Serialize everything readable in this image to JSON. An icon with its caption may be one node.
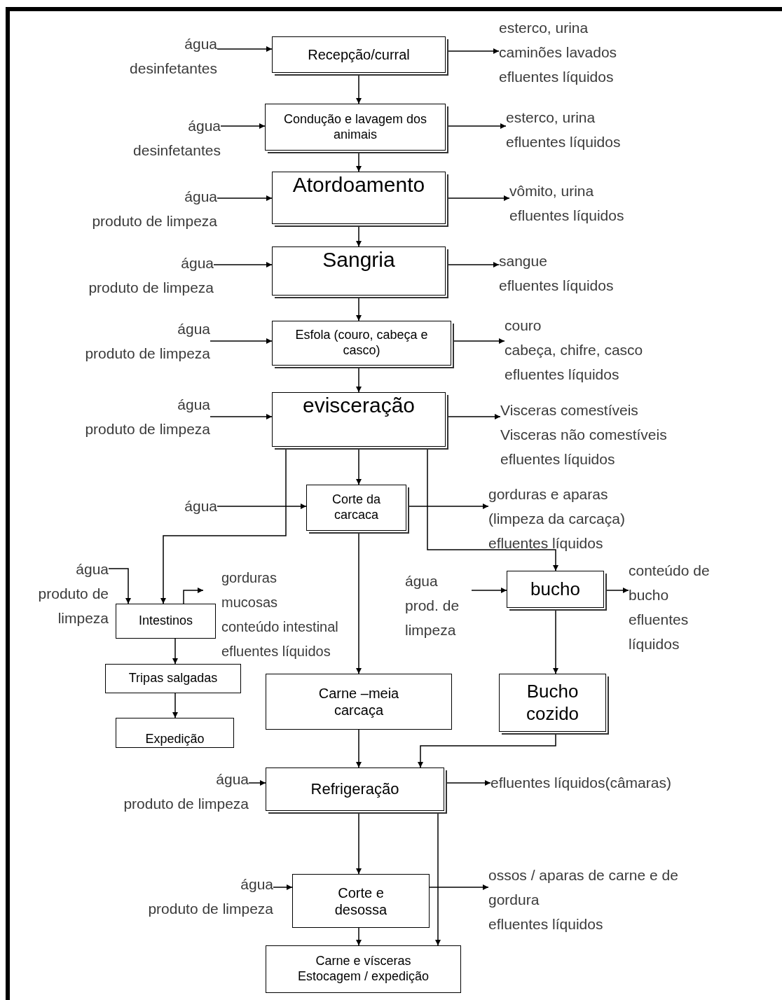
{
  "diagram": {
    "nodes": [
      {
        "text": [
          "água",
          "desinfetantes"
        ]
      },
      {
        "text": [
          "Recepção/curral"
        ]
      },
      {
        "text": [
          "esterco, urina",
          "caminões lavados",
          "efluentes líquidos"
        ]
      },
      {
        "text": [
          "água",
          "desinfetantes"
        ]
      },
      {
        "text": [
          "Condução e lavagem dos animais"
        ]
      },
      {
        "text": [
          "esterco, urina",
          "efluentes líquidos"
        ]
      },
      {
        "text": [
          "água",
          "produto de limpeza"
        ]
      },
      {
        "text": [
          "Atordoamento"
        ]
      },
      {
        "text": [
          "vômito, urina",
          "efluentes líquidos"
        ]
      },
      {
        "text": [
          "água",
          "produto de limpeza"
        ]
      },
      {
        "text": [
          "Sangria"
        ]
      },
      {
        "text": [
          "sangue",
          "efluentes líquidos"
        ]
      },
      {
        "text": [
          "água",
          "produto de limpeza"
        ]
      },
      {
        "text": [
          "Esfola (couro, cabeça e casco)"
        ]
      },
      {
        "text": [
          "couro",
          "cabeça, chifre, casco",
          "efluentes líquidos"
        ]
      },
      {
        "text": [
          "água",
          "produto de limpeza"
        ]
      },
      {
        "text": [
          "evisceração"
        ]
      },
      {
        "text": [
          "Visceras comestíveis",
          "Visceras não comestíveis",
          "efluentes líquidos"
        ]
      },
      {
        "text": [
          "água"
        ]
      },
      {
        "text": [
          "Corte da carcaca"
        ]
      },
      {
        "text": [
          "gorduras e aparas",
          "(limpeza da carcaça)",
          "efluentes líquidos"
        ]
      },
      {
        "text": [
          "água",
          "produto de",
          "limpeza"
        ]
      },
      {
        "text": [
          "Intestinos"
        ]
      },
      {
        "text": [
          "gorduras",
          "mucosas",
          "conteúdo intestinal",
          "efluentes líquidos"
        ]
      },
      {
        "text": [
          "água",
          "prod. de",
          "limpeza"
        ]
      },
      {
        "text": [
          "bucho"
        ]
      },
      {
        "text": [
          "conteúdo de",
          "bucho",
          "efluentes",
          "líquidos"
        ]
      },
      {
        "text": [
          "Tripas salgadas"
        ]
      },
      {
        "text": [
          "Carne –meia carcaça"
        ]
      },
      {
        "text": [
          "Bucho cozido"
        ]
      },
      {
        "text": [
          "Expedição"
        ]
      },
      {
        "text": [
          "água",
          "produto de limpeza"
        ]
      },
      {
        "text": [
          "Refrigeração"
        ]
      },
      {
        "text": [
          "efluentes líquidos(câmaras)"
        ]
      },
      {
        "text": [
          "água",
          "produto de limpeza"
        ]
      },
      {
        "text": [
          "Corte e desossa"
        ]
      },
      {
        "text": [
          "ossos / aparas de carne e de gordura",
          "efluentes líquidos"
        ]
      },
      {
        "text": [
          "Carne e vísceras",
          "Estocagem / expedição"
        ]
      }
    ],
    "edges": [
      {
        "from": 0,
        "to": 1,
        "arrow": "to"
      },
      {
        "from": 1,
        "to": 2,
        "arrow": "to"
      },
      {
        "from": 1,
        "to": 4,
        "arrow": "to"
      },
      {
        "from": 3,
        "to": 4,
        "arrow": "to"
      },
      {
        "from": 4,
        "to": 5,
        "arrow": "to"
      },
      {
        "from": 4,
        "to": 7,
        "arrow": "to"
      },
      {
        "from": 6,
        "to": 7,
        "arrow": "to"
      },
      {
        "from": 7,
        "to": 8,
        "arrow": "to"
      },
      {
        "from": 7,
        "to": 10,
        "arrow": "to"
      },
      {
        "from": 9,
        "to": 10,
        "arrow": "to"
      },
      {
        "from": 10,
        "to": 11,
        "arrow": "to"
      },
      {
        "from": 10,
        "to": 13,
        "arrow": "to"
      },
      {
        "from": 12,
        "to": 13,
        "arrow": "to"
      },
      {
        "from": 13,
        "to": 14,
        "arrow": "to"
      },
      {
        "from": 13,
        "to": 16,
        "arrow": "to"
      },
      {
        "from": 15,
        "to": 16,
        "arrow": "to"
      },
      {
        "from": 16,
        "to": 17,
        "arrow": "to"
      },
      {
        "from": 16,
        "to": 19,
        "arrow": "to"
      },
      {
        "from": 18,
        "to": 19,
        "arrow": "to"
      },
      {
        "from": 19,
        "to": 20,
        "arrow": "to"
      },
      {
        "from": 16,
        "to": 22,
        "arrow": "to"
      },
      {
        "from": 16,
        "to": 25,
        "arrow": "to"
      },
      {
        "from": 21,
        "to": 22,
        "arrow": "to"
      },
      {
        "from": 22,
        "to": 23,
        "arrow": "to"
      },
      {
        "from": 24,
        "to": 25,
        "arrow": "to"
      },
      {
        "from": 25,
        "to": 26,
        "arrow": "to"
      },
      {
        "from": 19,
        "to": 28,
        "arrow": "to"
      },
      {
        "from": 22,
        "to": 27,
        "arrow": "to"
      },
      {
        "from": 25,
        "to": 29,
        "arrow": "to"
      },
      {
        "from": 27,
        "to": 30,
        "arrow": "to"
      },
      {
        "from": 28,
        "to": 32,
        "arrow": "to"
      },
      {
        "from": 29,
        "to": 32,
        "arrow": "to"
      },
      {
        "from": 31,
        "to": 32,
        "arrow": "to"
      },
      {
        "from": 32,
        "to": 33,
        "arrow": "to"
      },
      {
        "from": 32,
        "to": 35,
        "arrow": "to"
      },
      {
        "from": 34,
        "to": 35,
        "arrow": "to"
      },
      {
        "from": 35,
        "to": 36,
        "arrow": "to"
      },
      {
        "from": 35,
        "to": 37,
        "arrow": "to"
      },
      {
        "from": 32,
        "to": 37,
        "arrow": "to"
      }
    ]
  }
}
